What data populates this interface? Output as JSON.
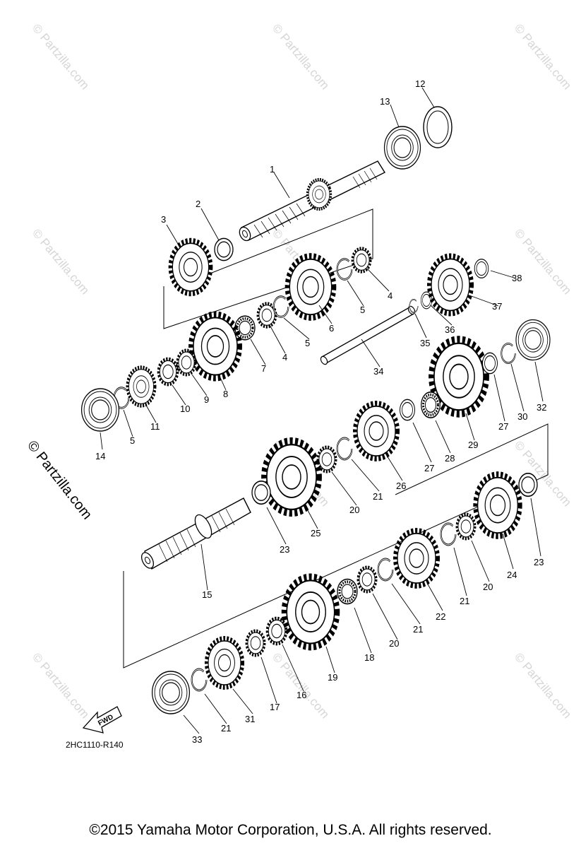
{
  "diagram": {
    "drawing_code": "2HC1110-R140",
    "fwd_label": "FWD",
    "side_watermark": "© Partzilla.com",
    "watermark": "© Partzilla.com",
    "copyright": "©2015 Yamaha Motor Corporation, U.S.A. All rights reserved.",
    "part_numbers": [
      "1",
      "2",
      "3",
      "4",
      "5",
      "6",
      "7",
      "8",
      "9",
      "10",
      "11",
      "12",
      "13",
      "14",
      "15",
      "16",
      "17",
      "18",
      "19",
      "20",
      "21",
      "22",
      "23",
      "24",
      "25",
      "26",
      "27",
      "28",
      "29",
      "30",
      "31",
      "32",
      "33",
      "34",
      "35",
      "36",
      "37",
      "38"
    ]
  },
  "colors": {
    "line": "#000000",
    "watermark": "#d6d6d6",
    "background": "#ffffff"
  }
}
